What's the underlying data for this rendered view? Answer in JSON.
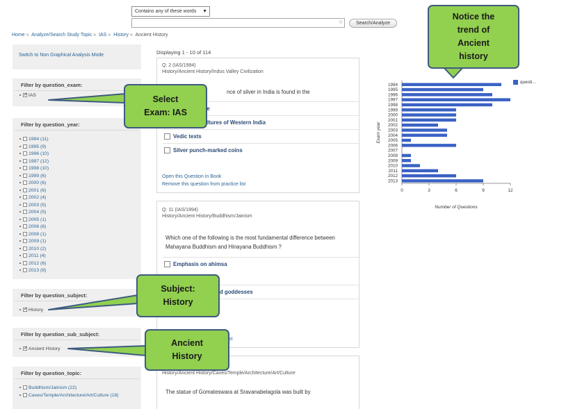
{
  "search": {
    "mode": "Contains any of these words",
    "query": "",
    "button": "Search/Analyze"
  },
  "breadcrumb": [
    "Home",
    "Analyze/Search Study Topic",
    "IAS",
    "History",
    "Ancient History"
  ],
  "sidebar": {
    "switch_mode": "Switch to Non Graphical Analysis Mode",
    "exam": {
      "title": "Filter by question_exam:",
      "items": [
        {
          "label": "IAS",
          "checked": true
        }
      ]
    },
    "year": {
      "title": "Filter by question_year:",
      "items": [
        {
          "label": "1994 (11)"
        },
        {
          "label": "1995 (9)"
        },
        {
          "label": "1996 (10)"
        },
        {
          "label": "1997 (12)"
        },
        {
          "label": "1998 (10)"
        },
        {
          "label": "1999 (6)"
        },
        {
          "label": "2000 (6)"
        },
        {
          "label": "2001 (6)"
        },
        {
          "label": "2002 (4)"
        },
        {
          "label": "2003 (5)"
        },
        {
          "label": "2004 (5)"
        },
        {
          "label": "2005 (1)"
        },
        {
          "label": "2006 (6)"
        },
        {
          "label": "2008 (1)"
        },
        {
          "label": "2009 (1)"
        },
        {
          "label": "2010 (2)"
        },
        {
          "label": "2011 (4)"
        },
        {
          "label": "2012 (6)"
        },
        {
          "label": "2013 (9)"
        }
      ]
    },
    "subject": {
      "title": "Filter by question_subject:",
      "items": [
        {
          "label": "History",
          "checked": true
        }
      ]
    },
    "sub_subject": {
      "title": "Filter by question_sub_subject:",
      "items": [
        {
          "label": "Ancient History",
          "checked": true
        }
      ]
    },
    "topic": {
      "title": "Filter by question_topic:",
      "items": [
        {
          "label": "Buddhism/Jainism (22)"
        },
        {
          "label": "Caves/Temple/Architecture/Art/Culture (18)"
        }
      ]
    }
  },
  "results": {
    "displaying": "Displaying 1 - 10 of 114",
    "q1": {
      "id": "Q: 2 (IAS/1994)",
      "path": "History/Ancient History/Indus Valley Civilization",
      "text_visible": "nce of silver in India is found in the",
      "options": [
        "are",
        "ltures of Western India",
        "Vedic texts",
        "Silver punch-marked coins"
      ],
      "links": [
        "Open this Question in Book",
        "Remove this question from practice list"
      ]
    },
    "q2": {
      "id": "Q: 11 (IAS/1994)",
      "path": "History/Ancient History/Buddhism/Jainism",
      "text": "Which one of the following is the most fundamental difference between Mahayana Buddhism and Hinayana Buddhism ?",
      "options": [
        "Emphasis on ahimsa",
        "d goddesses"
      ],
      "link_partial": "st"
    },
    "q3": {
      "path": "History/Ancient History/Caves/Temple/Architecture/Art/Culture",
      "text": "The statue of Gomateswara at Sravanabelagola was built by"
    }
  },
  "chart_data": {
    "type": "bar",
    "orientation": "horizontal",
    "categories": [
      "1994",
      "1995",
      "1996",
      "1997",
      "1998",
      "1999",
      "2000",
      "2001",
      "2002",
      "2003",
      "2004",
      "2005",
      "2006",
      "2007",
      "2008",
      "2009",
      "2010",
      "2011",
      "2012",
      "2013"
    ],
    "series": [
      {
        "name": "questi...",
        "values": [
          11,
          9,
          10,
          12,
          10,
          6,
          6,
          6,
          4,
          5,
          5,
          1,
          6,
          0,
          1,
          1,
          2,
          4,
          6,
          9
        ]
      }
    ],
    "xlabel": "Number of Questions",
    "ylabel": "Exam year",
    "xlim": [
      0,
      12
    ],
    "xticks": [
      0,
      3,
      6,
      9,
      12
    ],
    "legend": "top-right",
    "grid": false,
    "bar_color": "#3a62c5"
  },
  "callouts": {
    "trend": "Notice the trend of Ancient history",
    "exam": "Select Exam: IAS",
    "subject": "Subject: History",
    "ancient": "Ancient History"
  },
  "colors": {
    "callout_fill": "#92d050",
    "callout_border": "#3d5a80",
    "link": "#2a6496",
    "bar": "#3a62c5"
  }
}
